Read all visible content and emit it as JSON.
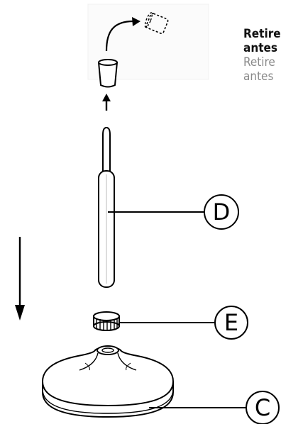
{
  "instructions": {
    "line1_bold": "Retire",
    "line2_bold": "antes",
    "line3": "Retire",
    "line4": "antes"
  },
  "callouts": {
    "d": "D",
    "e": "E",
    "c": "C"
  }
}
